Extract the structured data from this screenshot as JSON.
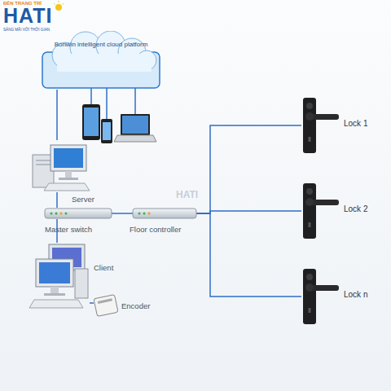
{
  "diagram": {
    "nodes": [
      {
        "text": [
          "Bonwin intelligent cloud platform"
        ]
      },
      {
        "text": [
          "Server"
        ]
      },
      {
        "text": [
          "Master switch"
        ]
      },
      {
        "text": [
          "Floor controller"
        ]
      },
      {
        "text": [
          "Client"
        ]
      },
      {
        "text": [
          "Encoder"
        ]
      },
      {
        "text": [
          "Lock 1"
        ]
      },
      {
        "text": [
          "Lock 2"
        ]
      },
      {
        "text": [
          "Lock n"
        ]
      }
    ],
    "edges": [
      {
        "from": 0,
        "to": 1,
        "arrow": "none"
      },
      {
        "from": 1,
        "to": 2,
        "arrow": "none"
      },
      {
        "from": 2,
        "to": 3,
        "arrow": "none"
      },
      {
        "from": 2,
        "to": 4,
        "arrow": "none"
      },
      {
        "from": 4,
        "to": 5,
        "arrow": "none"
      },
      {
        "from": 3,
        "to": 6,
        "arrow": "none"
      },
      {
        "from": 3,
        "to": 7,
        "arrow": "none"
      },
      {
        "from": 3,
        "to": 8,
        "arrow": "none"
      }
    ],
    "labels": [
      "ĐÈN TRANG TRÍ",
      "HATI",
      "SÁNG MÃI VỚI THỜI GIAN",
      "HATI"
    ]
  }
}
